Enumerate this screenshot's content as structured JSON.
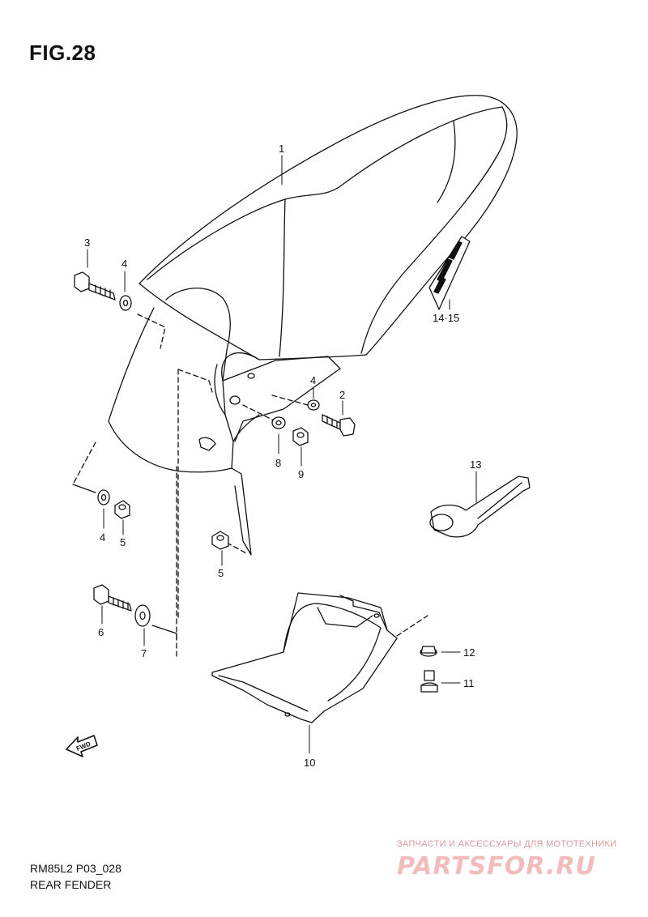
{
  "figure": {
    "title": "FIG.28",
    "code": "RM85L2 P03_028",
    "name": "REAR FENDER"
  },
  "callouts": {
    "c1": "1",
    "c2": "2",
    "c3": "3",
    "c4a": "4",
    "c4b": "4",
    "c4c": "4",
    "c5a": "5",
    "c5b": "5",
    "c6": "6",
    "c7": "7",
    "c8": "8",
    "c9": "9",
    "c10": "10",
    "c11": "11",
    "c12": "12",
    "c13": "13",
    "c1415": "14·15"
  },
  "fwd_label": "FWD",
  "watermark": {
    "tagline": "ЗАПЧАСТИ И АКСЕССУАРЫ ДЛЯ МОТОТЕХНИКИ",
    "brand": "PARTSFOR.RU"
  },
  "colors": {
    "line": "#111111",
    "watermark": "#f2bcbc"
  }
}
